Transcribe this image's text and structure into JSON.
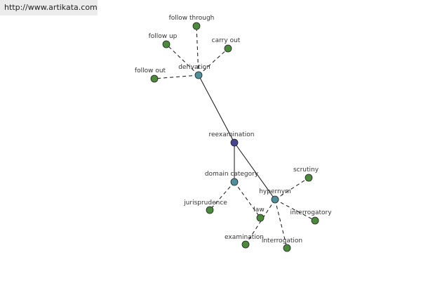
{
  "header": {
    "url_text": "http://www.artikata.com"
  },
  "colors": {
    "root": "#45458f",
    "relation": "#4f8f99",
    "leaf": "#4b8a3b",
    "edge": "#111111"
  },
  "graph": {
    "nodes": [
      {
        "id": "reexamination",
        "label": "reexamination",
        "kind": "root"
      },
      {
        "id": "derivation",
        "label": "derivation",
        "kind": "relation"
      },
      {
        "id": "domain_category",
        "label": "domain category",
        "kind": "relation"
      },
      {
        "id": "hypernym",
        "label": "hypernym",
        "kind": "relation"
      },
      {
        "id": "follow_through",
        "label": "follow through",
        "kind": "leaf"
      },
      {
        "id": "follow_up",
        "label": "follow up",
        "kind": "leaf"
      },
      {
        "id": "carry_out",
        "label": "carry out",
        "kind": "leaf"
      },
      {
        "id": "follow_out",
        "label": "follow out",
        "kind": "leaf"
      },
      {
        "id": "jurisprudence",
        "label": "jurisprudence",
        "kind": "leaf"
      },
      {
        "id": "law",
        "label": "law",
        "kind": "leaf"
      },
      {
        "id": "scrutiny",
        "label": "scrutiny",
        "kind": "leaf"
      },
      {
        "id": "interrogatory",
        "label": "interrogatory",
        "kind": "leaf"
      },
      {
        "id": "examination",
        "label": "examination",
        "kind": "leaf"
      },
      {
        "id": "interrogation",
        "label": "interrogation",
        "kind": "leaf"
      }
    ],
    "edges": [
      {
        "from": "reexamination",
        "to": "derivation",
        "style": "solid"
      },
      {
        "from": "reexamination",
        "to": "domain_category",
        "style": "solid"
      },
      {
        "from": "reexamination",
        "to": "hypernym",
        "style": "solid"
      },
      {
        "from": "derivation",
        "to": "follow_through",
        "style": "dashed"
      },
      {
        "from": "derivation",
        "to": "follow_up",
        "style": "dashed"
      },
      {
        "from": "derivation",
        "to": "carry_out",
        "style": "dashed"
      },
      {
        "from": "derivation",
        "to": "follow_out",
        "style": "dashed"
      },
      {
        "from": "domain_category",
        "to": "jurisprudence",
        "style": "dashed"
      },
      {
        "from": "domain_category",
        "to": "law",
        "style": "dashed"
      },
      {
        "from": "hypernym",
        "to": "scrutiny",
        "style": "dashed"
      },
      {
        "from": "hypernym",
        "to": "interrogatory",
        "style": "dashed"
      },
      {
        "from": "hypernym",
        "to": "examination",
        "style": "dashed"
      },
      {
        "from": "hypernym",
        "to": "interrogation",
        "style": "dashed"
      }
    ]
  }
}
